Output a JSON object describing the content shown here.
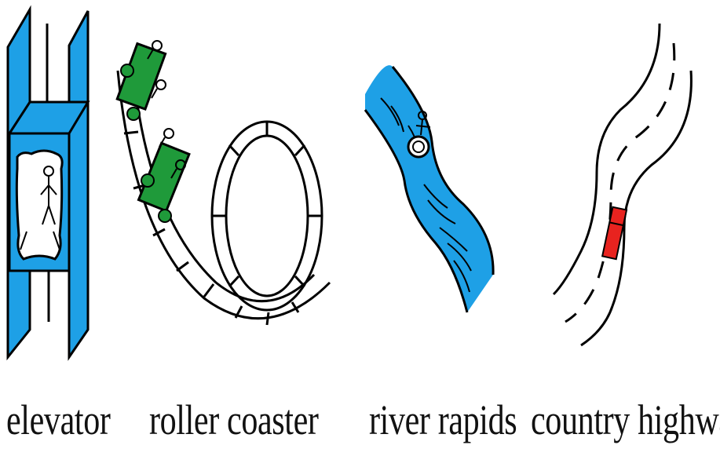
{
  "panels": [
    {
      "label": "elevator",
      "icon": "elevator-icon"
    },
    {
      "label": "roller coaster",
      "icon": "roller-coaster-icon"
    },
    {
      "label": "river rapids",
      "icon": "river-rapids-icon"
    },
    {
      "label": "country highway",
      "icon": "country-highway-icon"
    }
  ],
  "colors": {
    "water": "#1ea0e6",
    "elevator": "#1ea0e6",
    "cart": "#1f9a3a",
    "car": "#e8231f",
    "line": "#000000"
  }
}
